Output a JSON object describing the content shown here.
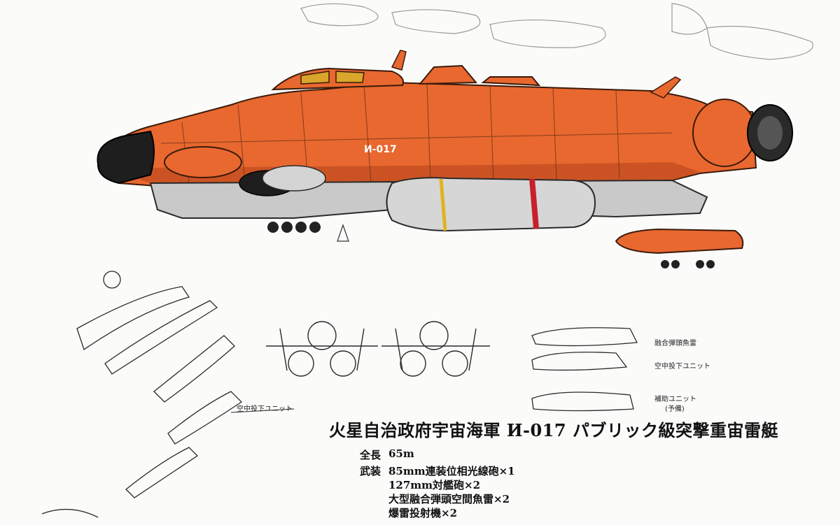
{
  "title": "火星自治政府宇宙海軍 И-017 パブリック級突撃重宙雷艇",
  "hull_marking": "И-017",
  "specs": {
    "length_label": "全長",
    "length_value": "65m",
    "armament_label": "武装",
    "armament": [
      "85mm連装位相光線砲×1",
      "127mm対艦砲×2",
      "大型融合弾頭空間魚雷×2",
      "爆雷投射機×2"
    ]
  },
  "sketch_notes": {
    "drop_unit": "空中投下ユニット",
    "fusion_torpedo": "融合弾頭魚雷",
    "drop_unit_2": "空中投下ユニット",
    "aux_unit": "補助ユニット",
    "aux_unit_sub": "(予備)"
  },
  "colors": {
    "hull_orange": "#e8682f",
    "hull_shadow": "#b8461d",
    "hull_grey": "#c9c9c9",
    "nose_black": "#1e1e1e",
    "stripe_red": "#c8202a",
    "stripe_yellow": "#e2b21f",
    "sketch_line": "#2a2a2a"
  }
}
